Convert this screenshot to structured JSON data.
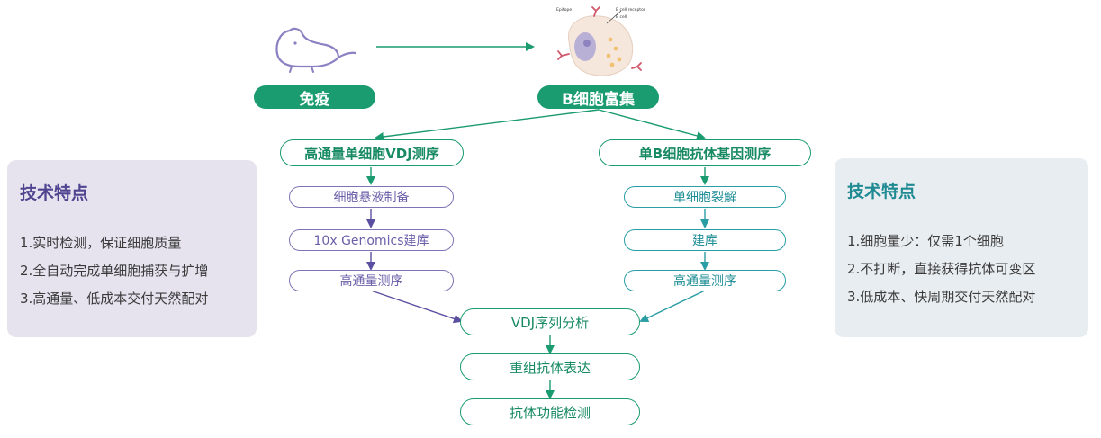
{
  "top": {
    "immunization_label": "免疫",
    "b_cell_enrichment_label": "B细胞富集",
    "cell_labels": [
      "Epitope",
      "B cell receptor",
      "B cell"
    ]
  },
  "left_branch": {
    "title": "高通量单细胞VDJ测序",
    "steps": [
      "细胞悬液制备",
      "10x Genomics建库",
      "高通量测序"
    ]
  },
  "right_branch": {
    "title": "单B细胞抗体基因测序",
    "steps": [
      "单细胞裂解",
      "建库",
      "高通量测序"
    ]
  },
  "merged": {
    "steps": [
      "VDJ序列分析",
      "重组抗体表达",
      "抗体功能检测"
    ]
  },
  "left_panel": {
    "title": "技术特点",
    "features": [
      "1.实时检测，保证细胞质量",
      "2.全自动完成单细胞捕获与扩增",
      "3.高通量、低成本交付天然配对"
    ]
  },
  "right_panel": {
    "title": "技术特点",
    "features": [
      "1.细胞量少：仅需1个细胞",
      "2.不打断，直接获得抗体可变区",
      "3.低成本、快周期交付天然配对"
    ]
  },
  "colors": {
    "green": "#1a9b70",
    "teal": "#2a9da5",
    "purple": "#7e73b5",
    "cell_fill": "#f6e7dc",
    "nucleus": "#b9b0d6"
  },
  "icons": [
    "mouse-icon",
    "b-cell-icon"
  ]
}
